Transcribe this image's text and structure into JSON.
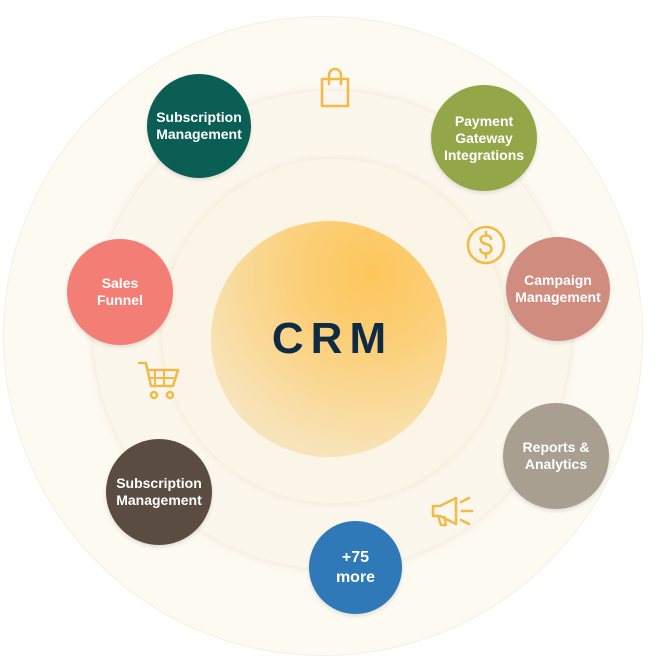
{
  "center": {
    "title": "CRM"
  },
  "modules": [
    {
      "label": "Subscription\nManagement",
      "color": "#0b5e54"
    },
    {
      "label": "Payment\nGateway\nIntegrations",
      "color": "#93a749"
    },
    {
      "label": "Campaign\nManagement",
      "color": "#cf8c7f"
    },
    {
      "label": "Reports &\nAnalytics",
      "color": "#a99f90"
    },
    {
      "label": "+75\nmore",
      "color": "#2f79b8"
    },
    {
      "label": "Subscription\nManagement",
      "color": "#5a4c40"
    },
    {
      "label": "Sales\nFunnel",
      "color": "#f37e76"
    }
  ],
  "icons": [
    {
      "name": "shopping-bag-icon"
    },
    {
      "name": "dollar-coin-icon"
    },
    {
      "name": "shopping-cart-icon"
    },
    {
      "name": "megaphone-icon"
    }
  ],
  "accent": "#f2ba4a"
}
